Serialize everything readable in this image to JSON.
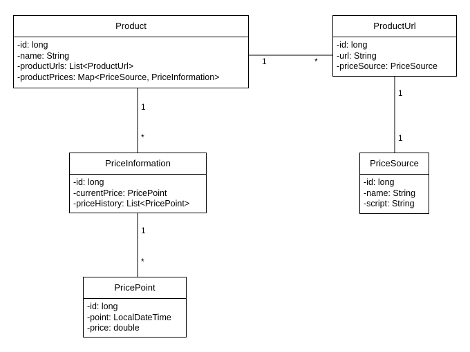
{
  "classes": {
    "product": {
      "name": "Product",
      "attributes": [
        "-id: long",
        "-name: String",
        "-productUrls: List<ProductUrl>",
        "-productPrices: Map<PriceSource, PriceInformation>"
      ]
    },
    "product_url": {
      "name": "ProductUrl",
      "attributes": [
        "-id: long",
        "-url: String",
        "-priceSource: PriceSource"
      ]
    },
    "price_information": {
      "name": "PriceInformation",
      "attributes": [
        "-id: long",
        "-currentPrice: PricePoint",
        "-priceHistory: List<PricePoint>"
      ]
    },
    "price_source": {
      "name": "PriceSource",
      "attributes": [
        "-id: long",
        "-name: String",
        "-script: String"
      ]
    },
    "price_point": {
      "name": "PricePoint",
      "attributes": [
        "-id: long",
        "-point: LocalDateTime",
        "-price: double"
      ]
    }
  },
  "associations": {
    "product_producturl": {
      "source": "1",
      "target": "*"
    },
    "product_priceinformation": {
      "source": "1",
      "target": "*"
    },
    "producturl_pricesource": {
      "source": "1",
      "target": "1"
    },
    "priceinformation_pricepoint": {
      "source": "1",
      "target": "*"
    }
  }
}
